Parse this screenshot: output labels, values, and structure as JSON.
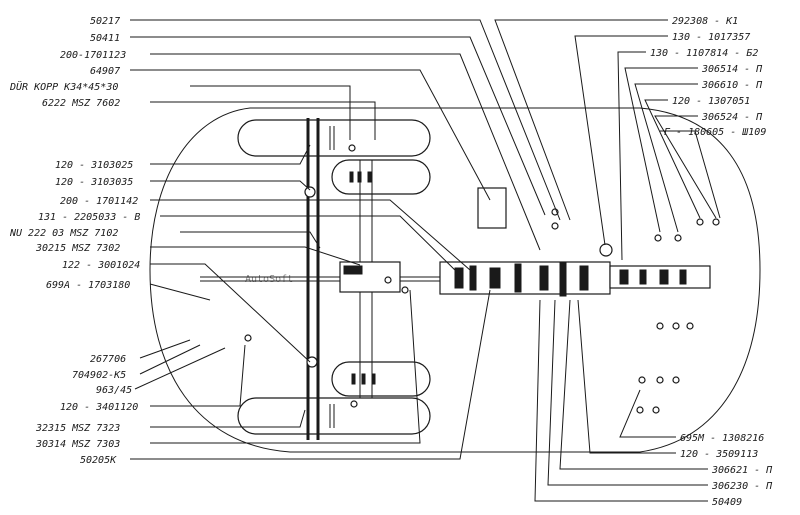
{
  "watermark": "AutoSoft",
  "labels_left": [
    "50217",
    "50411",
    "200-1701123",
    "64907",
    "DÜR KOPP K34*45*30",
    "6222 MSZ 7602",
    "120 - 3103025",
    "120 - 3103035",
    "200 - 1701142",
    "131 - 2205033 - B",
    "NU 222 03 MSZ 7102",
    "30215 MSZ 7302",
    "122 - 3001024",
    "699A - 1703180",
    "267706",
    "704902-K5",
    "963/45",
    "120 - 3401120",
    "32315 MSZ 7323",
    "30314 MSZ 7303",
    "50205K"
  ],
  "labels_right": [
    "292308 - K1",
    "130 - 1017357",
    "130 - 1107814 - Б2",
    "306514 - П",
    "306610 - П",
    "120 - 1307051",
    "306524 - П",
    "Г - 180605 - Ш109",
    "695M - 1308216",
    "120 - 3509113",
    "306621 - П",
    "306230 - П",
    "50409"
  ]
}
